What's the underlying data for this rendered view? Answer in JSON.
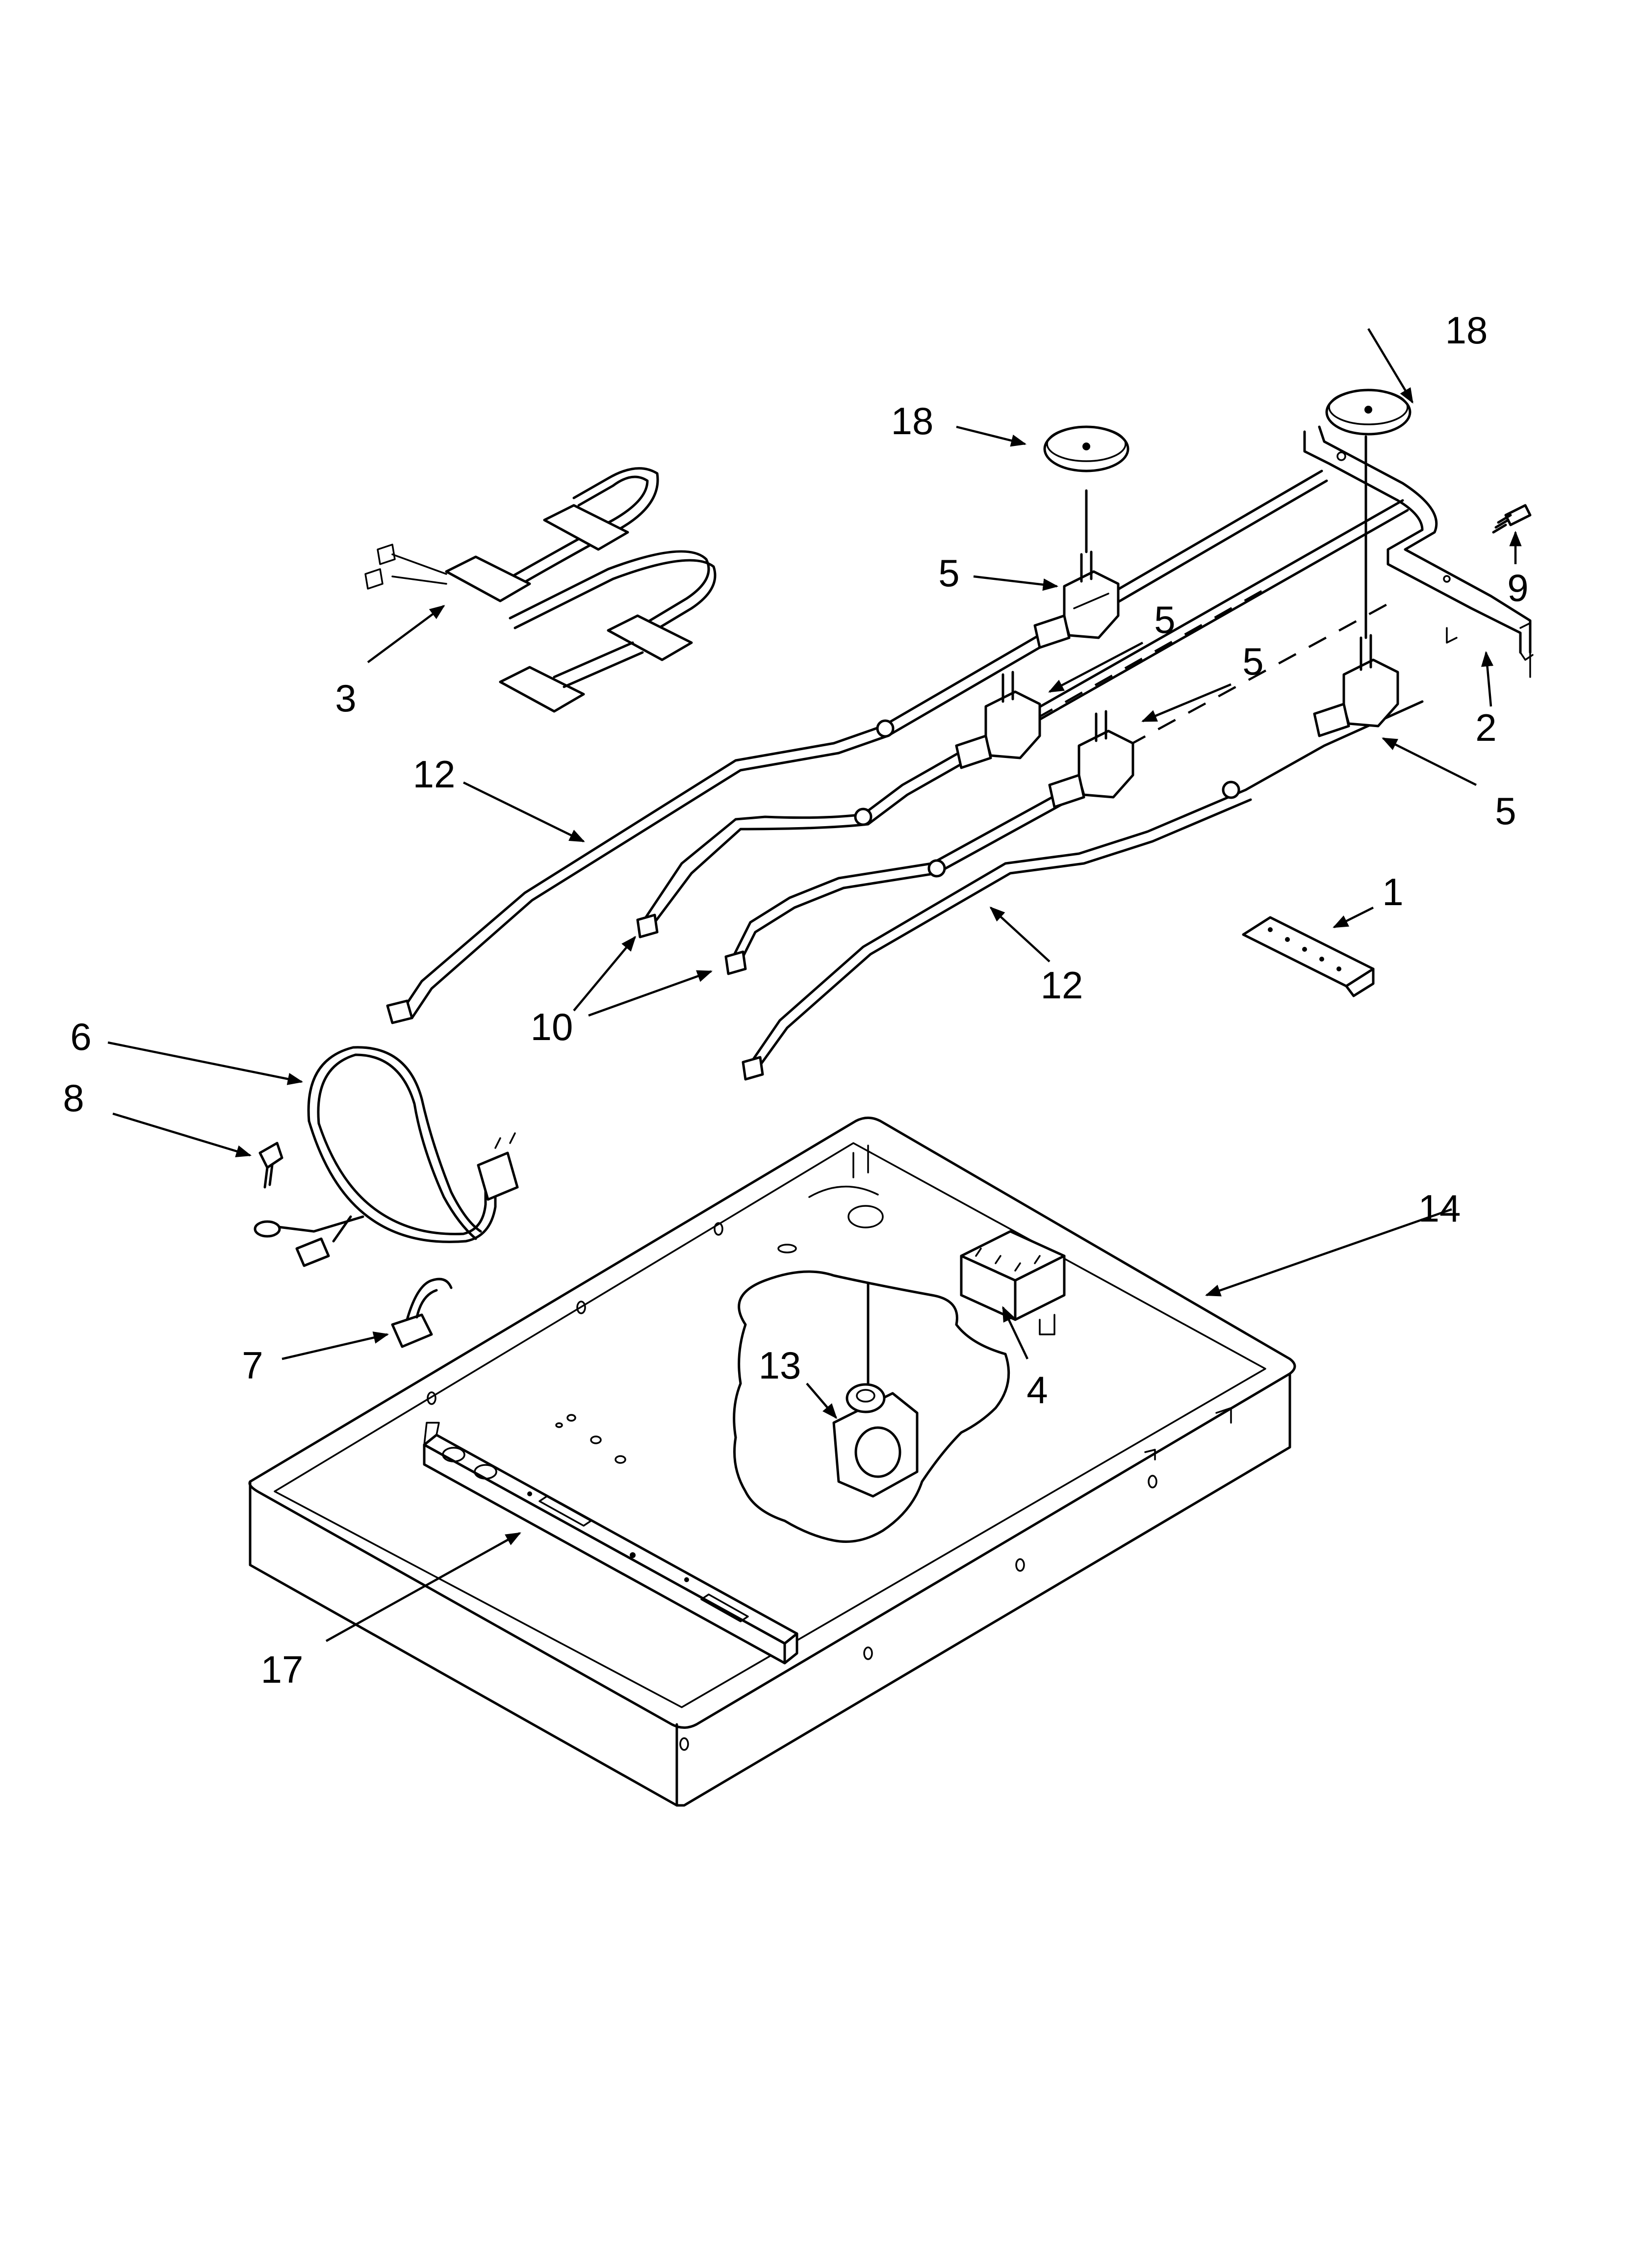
{
  "diagram": {
    "type": "exploded-parts-diagram",
    "callouts": [
      {
        "id": "c1",
        "number": "1"
      },
      {
        "id": "c2",
        "number": "2"
      },
      {
        "id": "c3",
        "number": "3"
      },
      {
        "id": "c4",
        "number": "4"
      },
      {
        "id": "c5a",
        "number": "5"
      },
      {
        "id": "c5b",
        "number": "5"
      },
      {
        "id": "c5c",
        "number": "5"
      },
      {
        "id": "c5d",
        "number": "5"
      },
      {
        "id": "c6",
        "number": "6"
      },
      {
        "id": "c7",
        "number": "7"
      },
      {
        "id": "c8",
        "number": "8"
      },
      {
        "id": "c9",
        "number": "9"
      },
      {
        "id": "c10",
        "number": "10"
      },
      {
        "id": "c12a",
        "number": "12"
      },
      {
        "id": "c12b",
        "number": "12"
      },
      {
        "id": "c13",
        "number": "13"
      },
      {
        "id": "c14",
        "number": "14"
      },
      {
        "id": "c17",
        "number": "17"
      },
      {
        "id": "c18a",
        "number": "18"
      },
      {
        "id": "c18b",
        "number": "18"
      }
    ]
  }
}
